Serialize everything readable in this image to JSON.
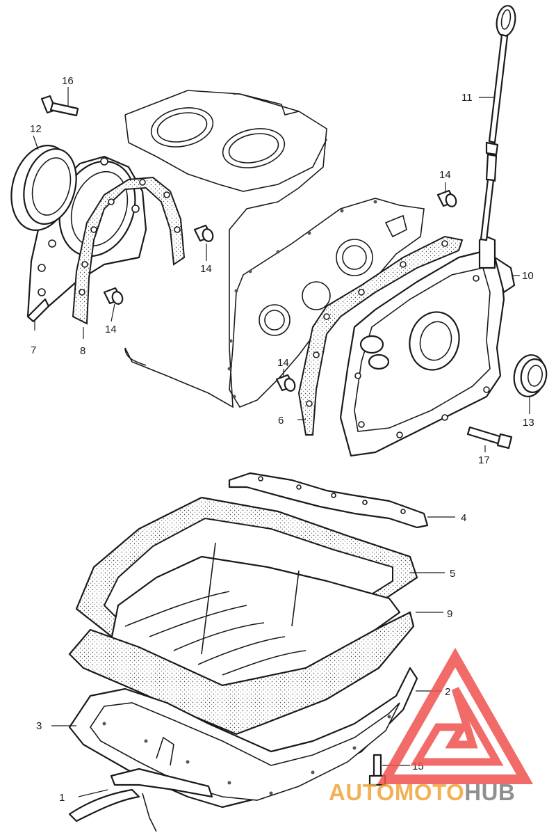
{
  "diagram": {
    "callouts": [
      {
        "id": "c1",
        "text": "1"
      },
      {
        "id": "c2",
        "text": "2"
      },
      {
        "id": "c3",
        "text": "3"
      },
      {
        "id": "c4",
        "text": "4"
      },
      {
        "id": "c5",
        "text": "5"
      },
      {
        "id": "c6",
        "text": "6"
      },
      {
        "id": "c7",
        "text": "7"
      },
      {
        "id": "c8",
        "text": "8"
      },
      {
        "id": "c9",
        "text": "9"
      },
      {
        "id": "c10",
        "text": "10"
      },
      {
        "id": "c11",
        "text": "11"
      },
      {
        "id": "c12",
        "text": "12"
      },
      {
        "id": "c13",
        "text": "13"
      },
      {
        "id": "c14a",
        "text": "14"
      },
      {
        "id": "c14b",
        "text": "14"
      },
      {
        "id": "c14c",
        "text": "14"
      },
      {
        "id": "c14d",
        "text": "14"
      },
      {
        "id": "c15",
        "text": "15"
      },
      {
        "id": "c16",
        "text": "16"
      },
      {
        "id": "c17",
        "text": "17"
      }
    ]
  },
  "watermark": {
    "word_a": "AUTO",
    "word_b": "MOTO",
    "word_c": "HUB",
    "colors": {
      "red": "#e8403f",
      "orange": "#f2a43a",
      "gray": "#7d7d7d",
      "triangle": "#ef5350"
    }
  }
}
